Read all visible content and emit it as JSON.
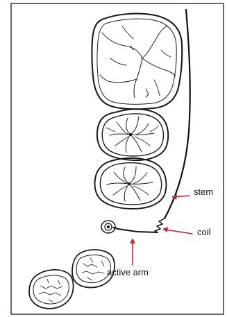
{
  "labels": {
    "stem": "stem",
    "coil": "coil",
    "active_arm": "active arm"
  },
  "colors": {
    "arrow": "#c0282d",
    "ink": "#111111",
    "border": "#1a1a1a",
    "background": "#ffffff"
  }
}
